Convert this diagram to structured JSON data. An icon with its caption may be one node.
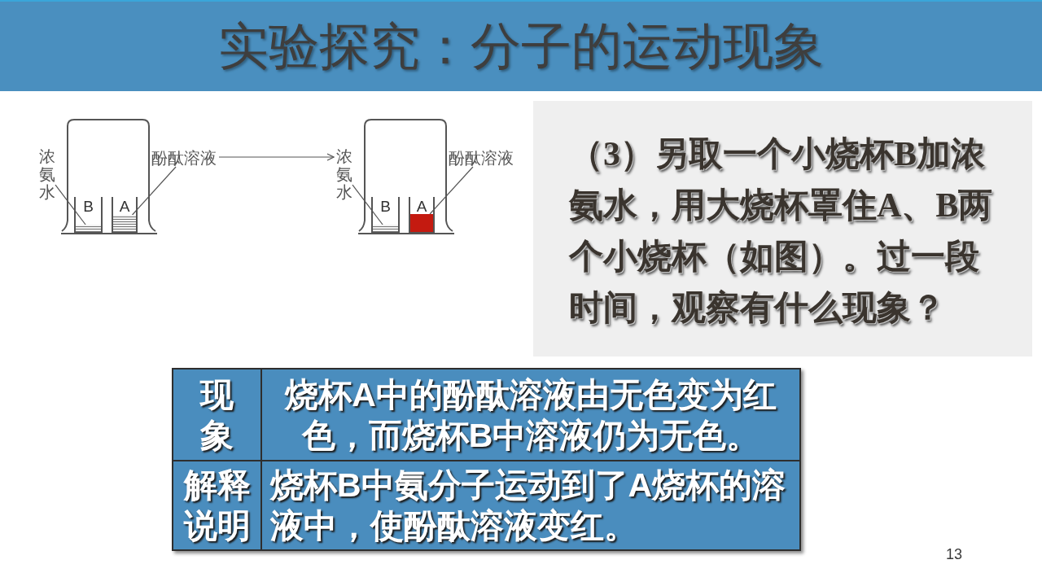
{
  "diagram": {
    "title": "实验探究：分子的运动现象",
    "nodes": [
      {
        "text": [],
        "shape": "picture"
      },
      {
        "text": [
          "B"
        ],
        "in": 0
      },
      {
        "text": [],
        "shape": "box",
        "in": 1
      },
      {
        "text": [
          "A"
        ],
        "in": 0
      },
      {
        "text": [],
        "shape": "box",
        "in": 3
      },
      {
        "text": [
          "浓氨水"
        ],
        "in": 0
      },
      {
        "text": [
          "酚酞溶液"
        ],
        "in": 0
      },
      {
        "text": [],
        "shape": "picture"
      },
      {
        "text": [
          "B"
        ],
        "in": 7
      },
      {
        "text": [],
        "shape": "box",
        "in": 8
      },
      {
        "text": [
          "A"
        ],
        "in": 7
      },
      {
        "text": [],
        "shape": "box",
        "in": 10
      },
      {
        "text": [
          "浓氨水"
        ],
        "in": 7
      },
      {
        "text": [
          "酚酞溶液"
        ],
        "in": 7
      },
      {
        "text": [
          "（3）另取一个小烧杯B加浓氨水，用大烧杯罩住A、B两个小烧杯（如图）。过一段时间，观察有什么现象？"
        ]
      }
    ],
    "edges": [
      {
        "from": 0,
        "to": 7,
        "arrow": "to"
      },
      {
        "from": 5,
        "to": 2,
        "arrow": "none"
      },
      {
        "from": 6,
        "to": 4,
        "arrow": "none"
      },
      {
        "from": 12,
        "to": 9,
        "arrow": "none"
      },
      {
        "from": 13,
        "to": 11,
        "arrow": "none"
      }
    ],
    "labels": [
      "现象",
      "烧杯A中的酚酞溶液由无色变为红色，而烧杯B中溶液仍为无色。",
      "解释说明",
      "烧杯B中氨分子运动到了A烧杯的溶液中，使酚酞溶液变红。",
      "13"
    ]
  }
}
